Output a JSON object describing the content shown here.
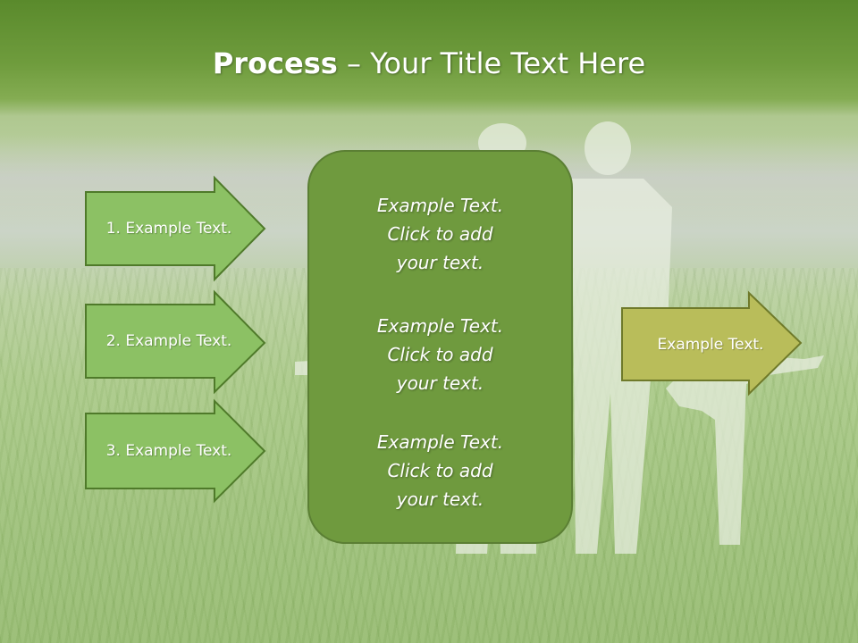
{
  "title": {
    "bold": "Process",
    "rest": " – Your Title Text Here"
  },
  "left_arrows": [
    {
      "label": "1. Example Text."
    },
    {
      "label": "2. Example Text."
    },
    {
      "label": "3. Example Text."
    }
  ],
  "center_box": {
    "blocks": [
      {
        "line1": "Example Text.",
        "line2": "Click  to add",
        "line3": "your text."
      },
      {
        "line1": "Example Text.",
        "line2": "Click  to add",
        "line3": "your text."
      },
      {
        "line1": "Example Text.",
        "line2": "Click  to add",
        "line3": "your text."
      }
    ]
  },
  "right_arrow": {
    "label": "Example Text."
  },
  "colors": {
    "left_arrow_fill": "#8cc164",
    "left_arrow_stroke": "#4f7a2a",
    "center_fill": "#6f9a3e",
    "right_arrow_fill": "#b9bd5a",
    "right_arrow_stroke": "#6f7a2a",
    "title_band": "#6f9c3d"
  }
}
